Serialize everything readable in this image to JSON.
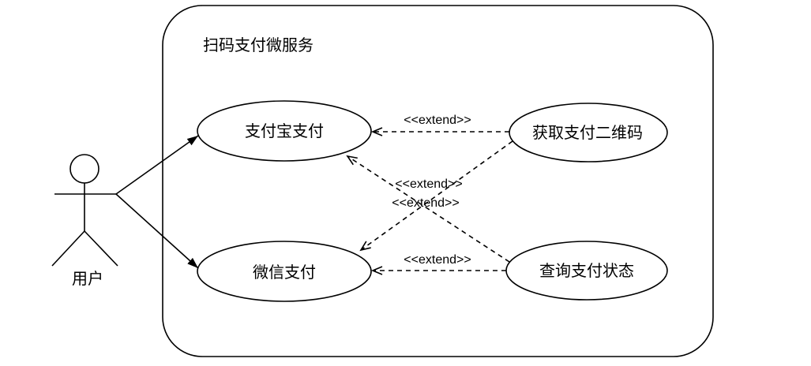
{
  "diagram": {
    "type": "uml-use-case",
    "system": {
      "title": "扫码支付微服务"
    },
    "actor": {
      "label": "用户"
    },
    "use_cases": [
      {
        "label": "支付宝支付"
      },
      {
        "label": "获取支付二维码"
      },
      {
        "label": "微信支付"
      },
      {
        "label": "查询支付状态"
      }
    ],
    "edges": [
      {
        "from": "用户",
        "to": "支付宝支付",
        "type": "association"
      },
      {
        "from": "用户",
        "to": "微信支付",
        "type": "association"
      },
      {
        "from": "获取支付二维码",
        "to": "支付宝支付",
        "type": "extend",
        "label": "<<extend>>"
      },
      {
        "from": "查询支付状态",
        "to": "支付宝支付",
        "type": "extend",
        "label": "<<extend>>"
      },
      {
        "from": "获取支付二维码",
        "to": "微信支付",
        "type": "extend",
        "label": "<<extend>>"
      },
      {
        "from": "查询支付状态",
        "to": "微信支付",
        "type": "extend",
        "label": "<<extend>>"
      }
    ],
    "colors": {
      "stroke": "#000000",
      "background": "#ffffff",
      "text": "#000000"
    }
  }
}
